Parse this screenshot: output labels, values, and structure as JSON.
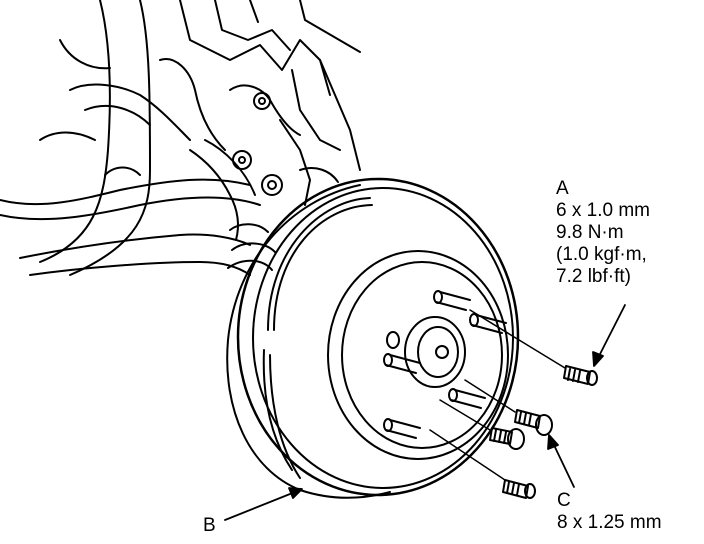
{
  "callouts": {
    "a": {
      "letter": "A",
      "size": "6 x 1.0 mm",
      "torque_nm": "9.8 N·m",
      "torque_kgf": "(1.0 kgf·m,",
      "torque_lbf": "7.2 lbf·ft)"
    },
    "b": {
      "letter": "B"
    },
    "c": {
      "letter": "C",
      "size": "8 x 1.25 mm"
    }
  },
  "colors": {
    "line": "#000000",
    "background": "#ffffff"
  }
}
